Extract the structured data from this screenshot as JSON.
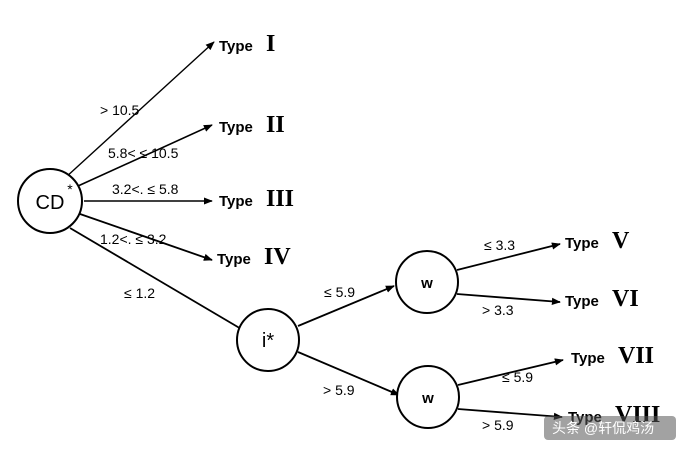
{
  "nodes": {
    "cd": {
      "label": "CD",
      "superscript": "*"
    },
    "i": {
      "label": "i*"
    },
    "w_upper": {
      "label": "w"
    },
    "w_lower": {
      "label": "w"
    }
  },
  "edges": {
    "cd_type1": ">  10.5",
    "cd_type2": "5.8<  ≤ 10.5",
    "cd_type3": "3.2<.  ≤ 5.8",
    "cd_type4": "1.2<.  ≤ 3.2",
    "cd_i": "≤ 1.2",
    "i_w_upper": "≤ 5.9",
    "i_w_lower": "> 5.9",
    "w_upper_type5": "≤ 3.3",
    "w_upper_type6": "> 3.3",
    "w_lower_type7": "≤ 5.9",
    "w_lower_type8": "> 5.9"
  },
  "types": {
    "t1": {
      "word": "Type",
      "numeral": "I"
    },
    "t2": {
      "word": "Type",
      "numeral": "II"
    },
    "t3": {
      "word": "Type",
      "numeral": "III"
    },
    "t4": {
      "word": "Type",
      "numeral": "IV"
    },
    "t5": {
      "word": "Type",
      "numeral": "V"
    },
    "t6": {
      "word": "Type",
      "numeral": "VI"
    },
    "t7": {
      "word": "Type",
      "numeral": "VII"
    },
    "t8": {
      "word": "Type",
      "numeral": "VIII"
    }
  },
  "watermark": {
    "text": "头条 @轩侃鸡汤"
  }
}
